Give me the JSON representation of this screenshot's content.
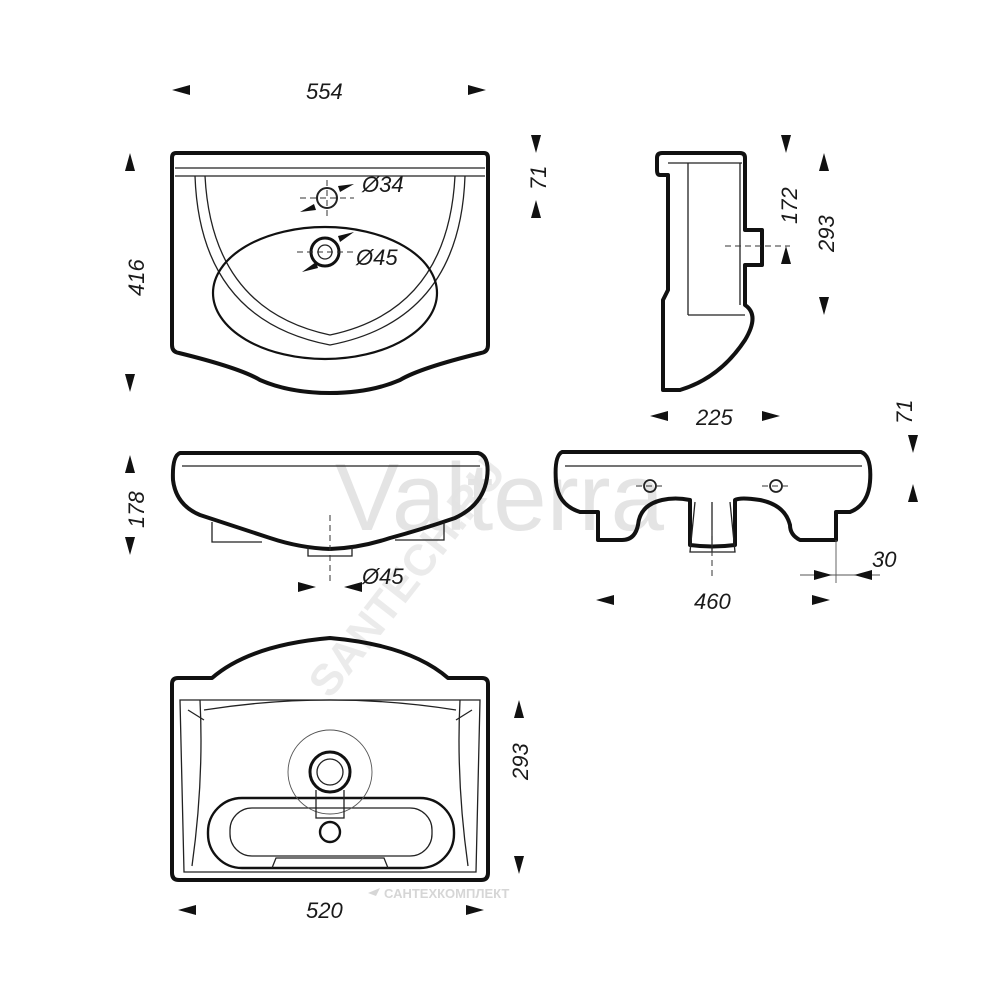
{
  "dimensions": {
    "top_width": "554",
    "top_depth": "416",
    "top_back_rim": "71",
    "hole_small": "Ø34",
    "hole_drain": "Ø45",
    "side_height": "172",
    "side_total": "293",
    "side_depth": "225",
    "front_height": "178",
    "front_drain": "Ø45",
    "rear_rim": "71",
    "rear_width": "460",
    "rear_offset": "30",
    "bottom_depth": "293",
    "bottom_width": "520"
  },
  "watermarks": {
    "brand": "Valterra",
    "site": "SANTECH.RU",
    "company": "САНТЕХКОМПЛЕКТ"
  }
}
